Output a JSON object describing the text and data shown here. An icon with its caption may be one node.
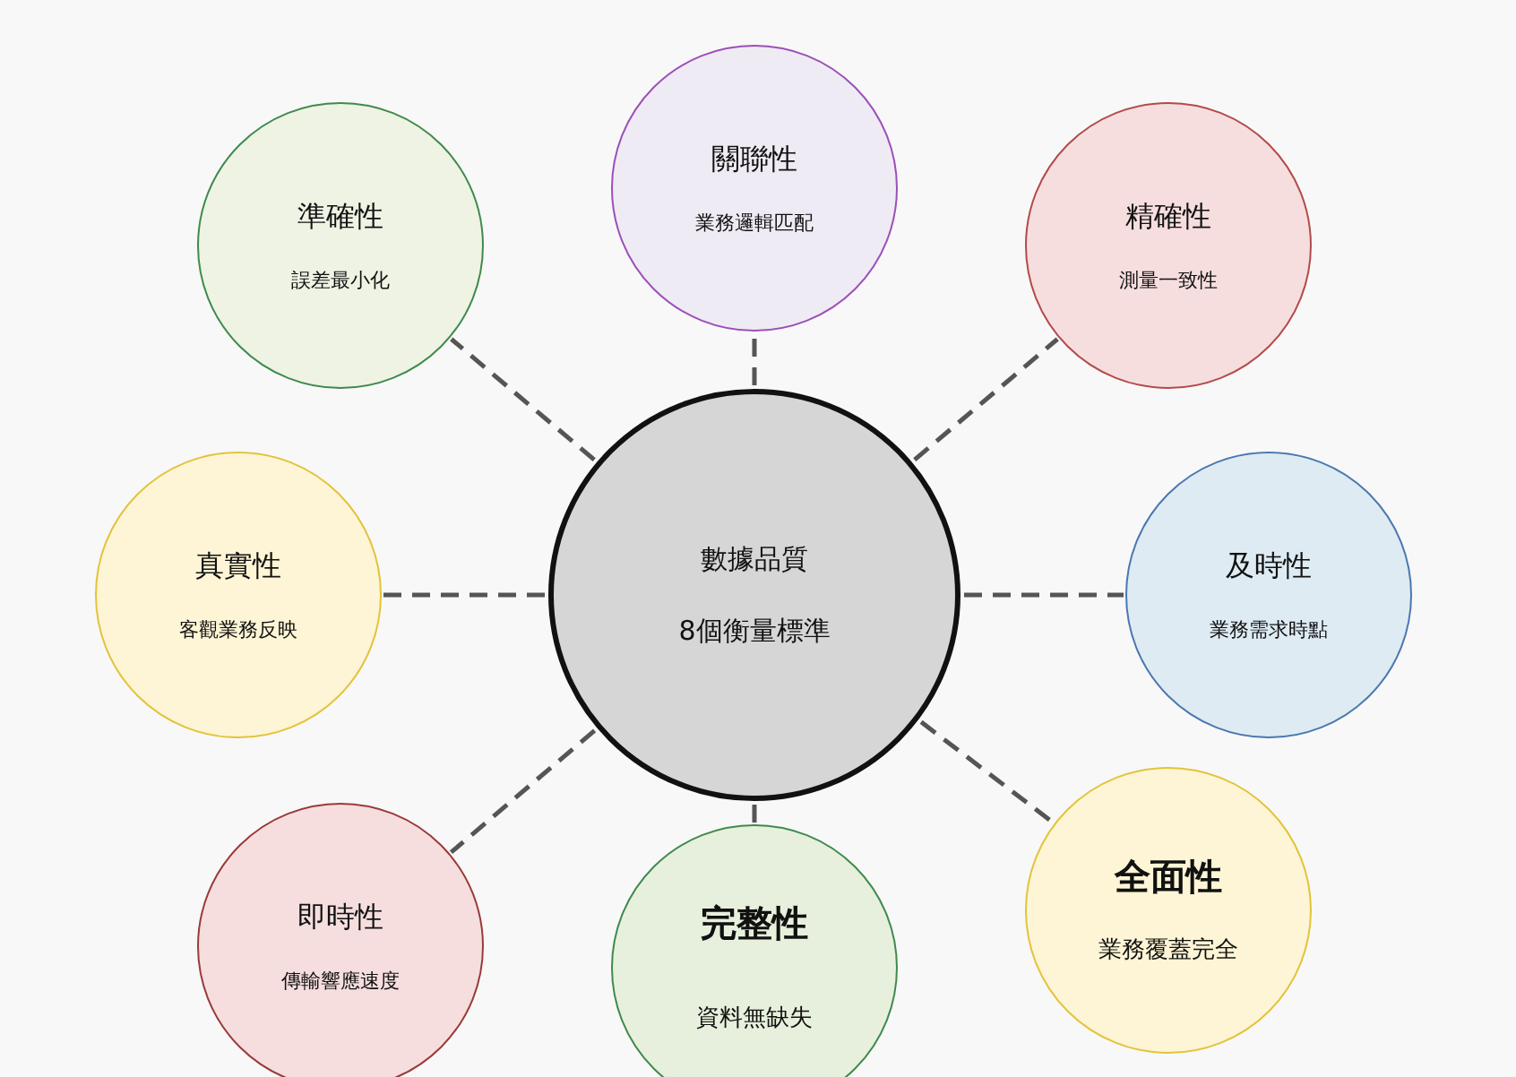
{
  "diagram": {
    "nodes": [
      {
        "text": [
          "數據品質",
          "8個衡量標準"
        ]
      },
      {
        "text": [
          "準確性",
          "誤差最小化"
        ]
      },
      {
        "text": [
          "關聯性",
          "業務邏輯匹配"
        ]
      },
      {
        "text": [
          "精確性",
          "測量一致性"
        ]
      },
      {
        "text": [
          "真實性",
          "客觀業務反映"
        ]
      },
      {
        "text": [
          "及時性",
          "業務需求時點"
        ]
      },
      {
        "text": [
          "即時性",
          "傳輸響應速度"
        ]
      },
      {
        "text": [
          "完整性",
          "資料無缺失"
        ]
      },
      {
        "text": [
          "全面性",
          "業務覆蓋完全"
        ]
      }
    ],
    "edges": [
      {
        "from": 0,
        "to": 1,
        "arrow": "none",
        "style": "dashed"
      },
      {
        "from": 0,
        "to": 2,
        "arrow": "none",
        "style": "dashed"
      },
      {
        "from": 0,
        "to": 3,
        "arrow": "none",
        "style": "dashed"
      },
      {
        "from": 0,
        "to": 4,
        "arrow": "none",
        "style": "dashed"
      },
      {
        "from": 0,
        "to": 5,
        "arrow": "none",
        "style": "dashed"
      },
      {
        "from": 0,
        "to": 6,
        "arrow": "none",
        "style": "dashed"
      },
      {
        "from": 0,
        "to": 7,
        "arrow": "none",
        "style": "dashed"
      },
      {
        "from": 0,
        "to": 8,
        "arrow": "none",
        "style": "dashed"
      }
    ]
  }
}
